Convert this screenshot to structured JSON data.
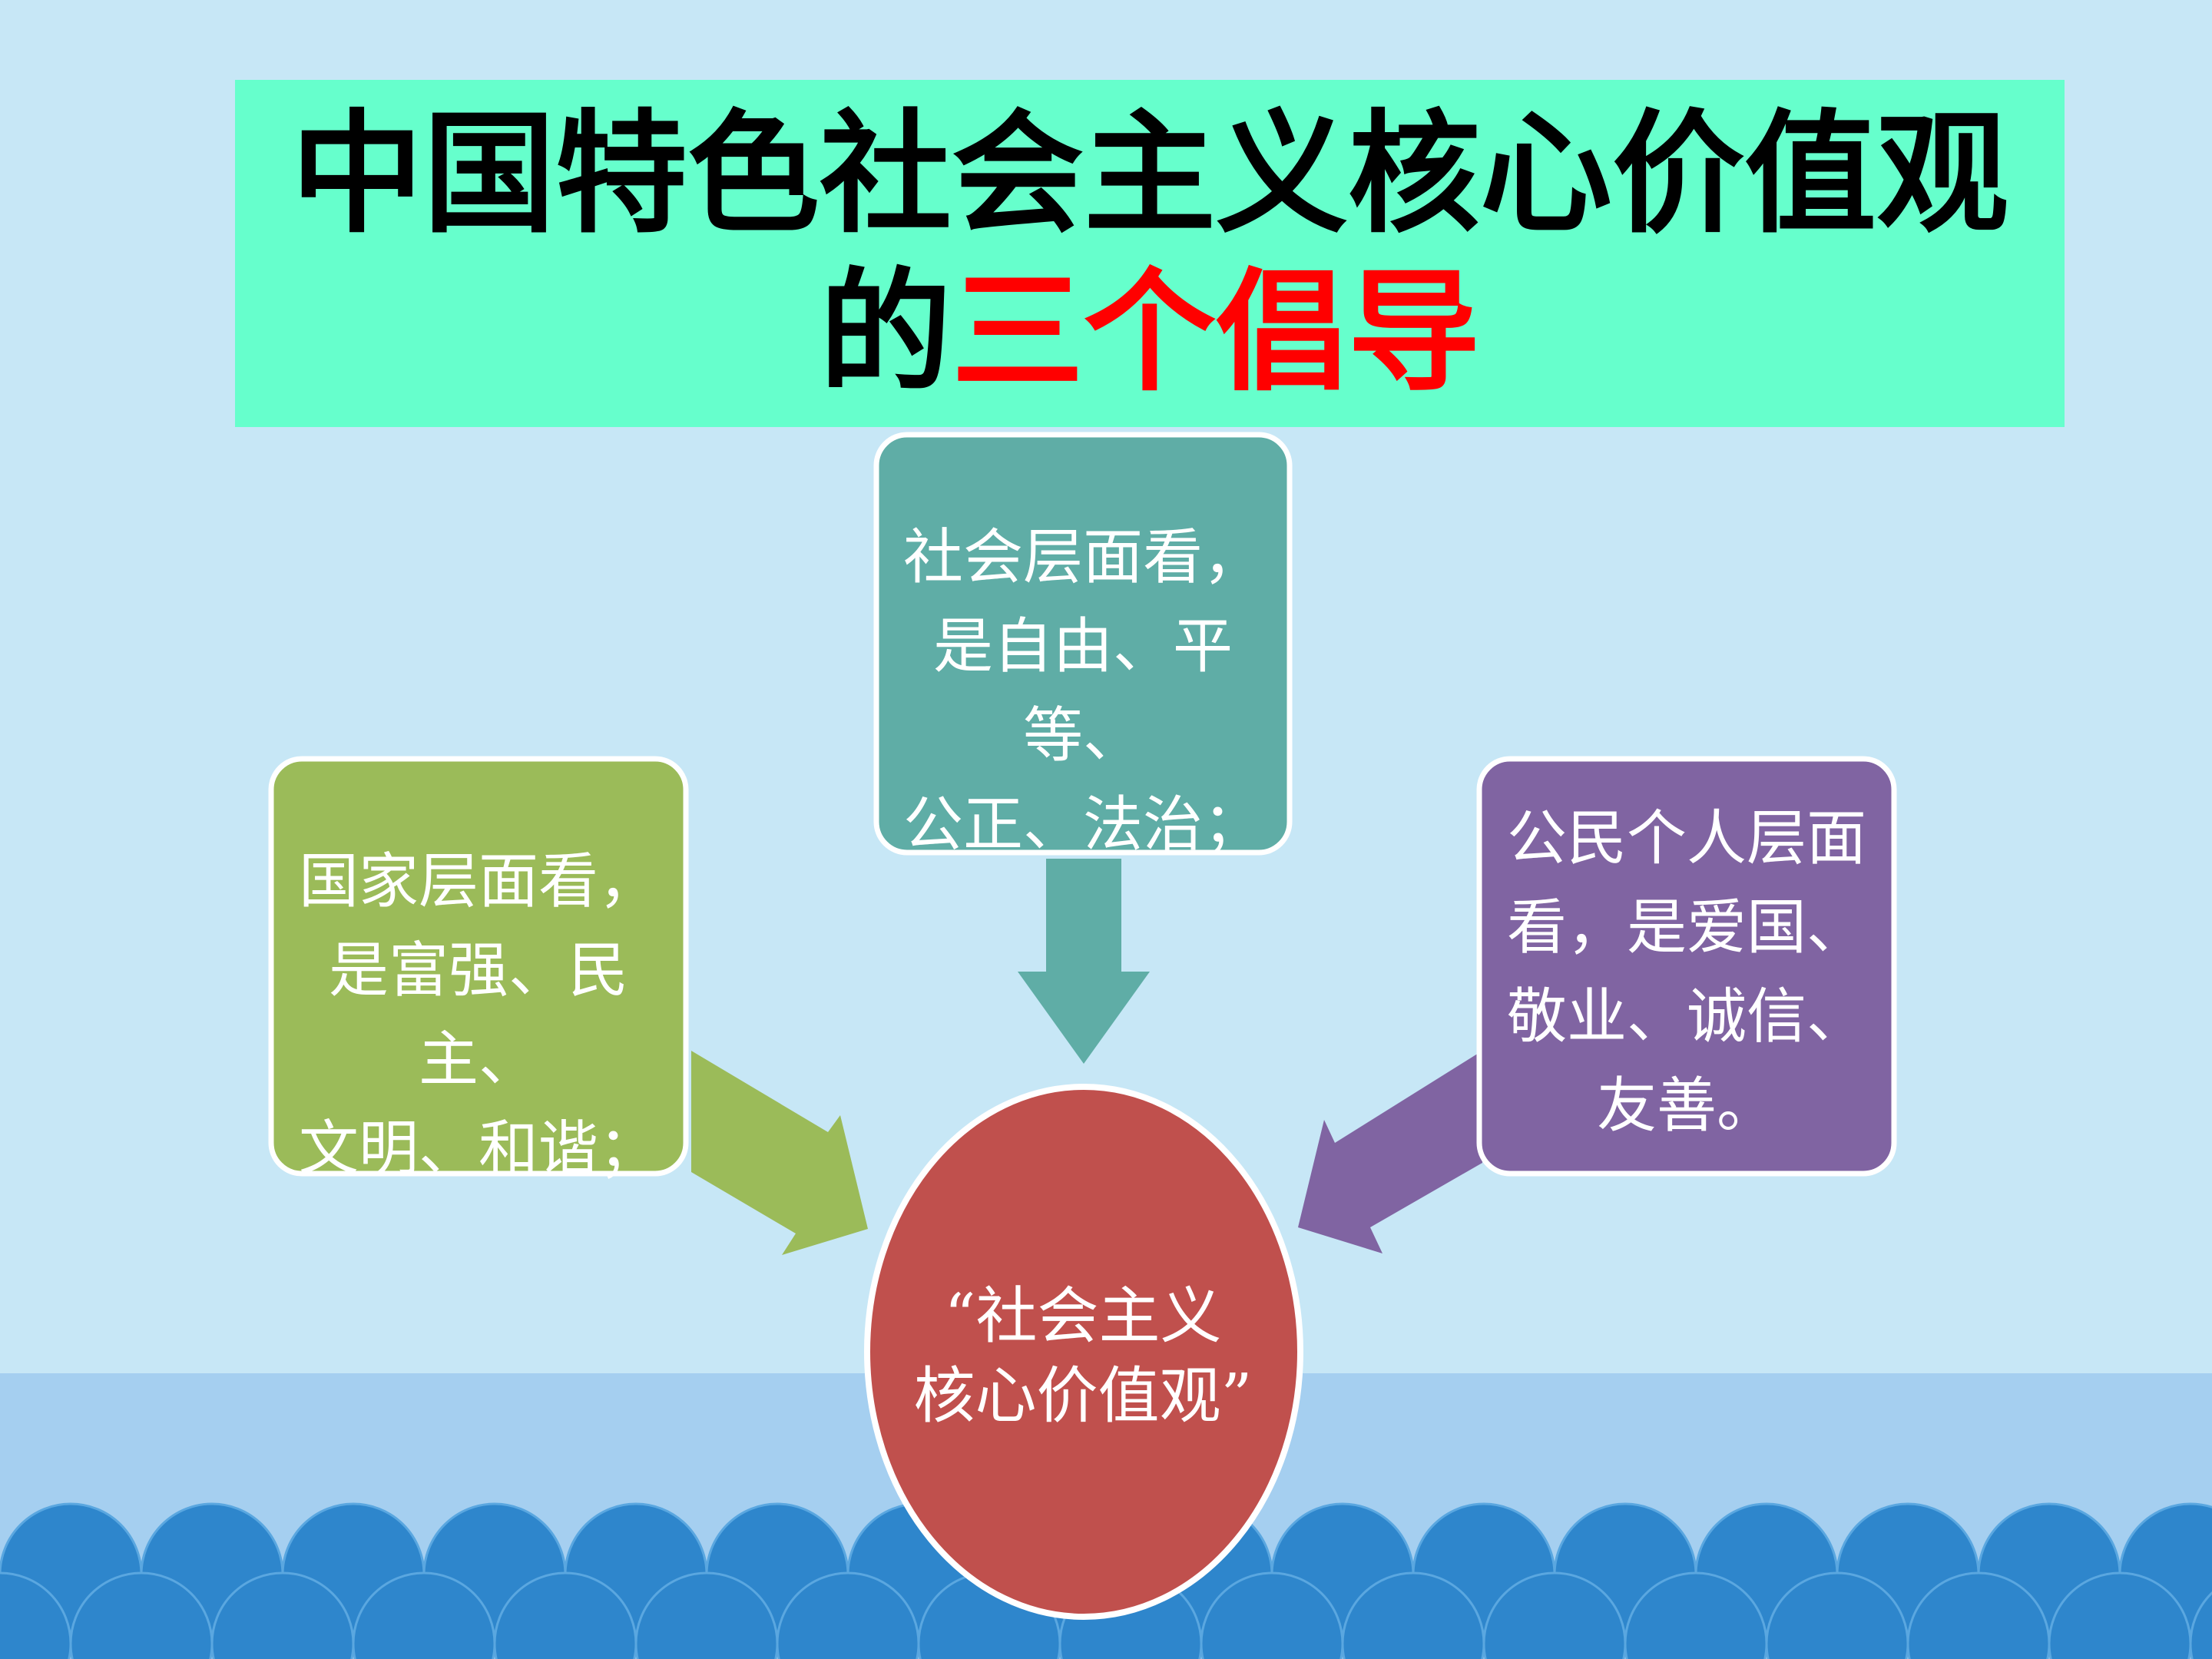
{
  "title": {
    "line1": "中国特色社会主义核心价值观",
    "line2_prefix": "的",
    "line2_highlight": "三个倡导"
  },
  "boxes": {
    "society": {
      "text": "社会层面看，\n是自由、平等、\n公正、法治；"
    },
    "nation": {
      "text": "国家层面看，\n是富强、民主、\n文明、和谐；"
    },
    "citizen": {
      "text": "公民个人层面\n看，是爱国、\n敬业、诚信、\n友善。"
    },
    "center": {
      "text": "“社会主义\n核心价值观”"
    }
  },
  "colors": {
    "background": "#c7e7f6",
    "title_bg": "#66ffcc",
    "title_highlight": "#ff0000",
    "society_box": "#5fada6",
    "nation_box": "#9bbb59",
    "citizen_box": "#8064a2",
    "center_circle": "#c0504d",
    "waves": "#2e86cc"
  }
}
